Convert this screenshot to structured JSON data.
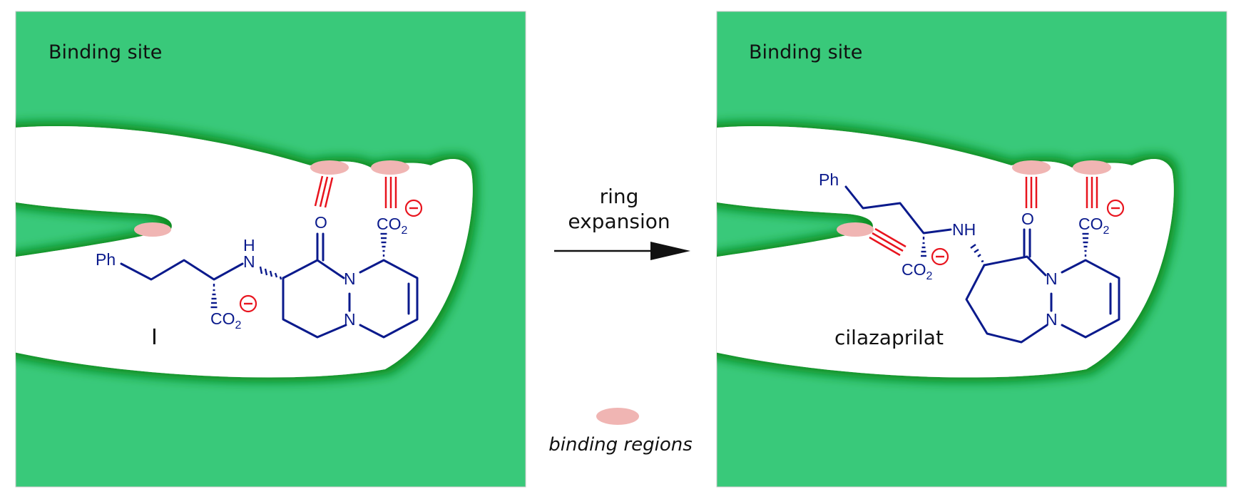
{
  "panel_left": {
    "title": "Binding site",
    "compound_label": "I",
    "atoms": {
      "ph": "Ph",
      "nh_h": "H",
      "nh_n": "N",
      "keto_o": "O",
      "co2_side_c": "CO",
      "co2_side_sub": "2",
      "co2_ring_c": "CO",
      "co2_ring_sub": "2",
      "n1": "N",
      "n2": "N"
    }
  },
  "panel_right": {
    "title": "Binding site",
    "compound_label": "cilazaprilat",
    "atoms": {
      "ph": "Ph",
      "nh": "NH",
      "keto_o": "O",
      "co2_side_c": "CO",
      "co2_side_sub": "2",
      "co2_ring_c": "CO",
      "co2_ring_sub": "2",
      "n1": "N",
      "n2": "N"
    }
  },
  "arrow": {
    "line1": "ring",
    "line2": "expansion"
  },
  "legend": {
    "label": "binding regions"
  },
  "colors": {
    "pocket_green": "#39c97a",
    "pocket_edge": "#0f8f22",
    "molecule": "#0a1a8c",
    "interaction": "#e8141e",
    "binding_region": "#f0b5b3"
  }
}
